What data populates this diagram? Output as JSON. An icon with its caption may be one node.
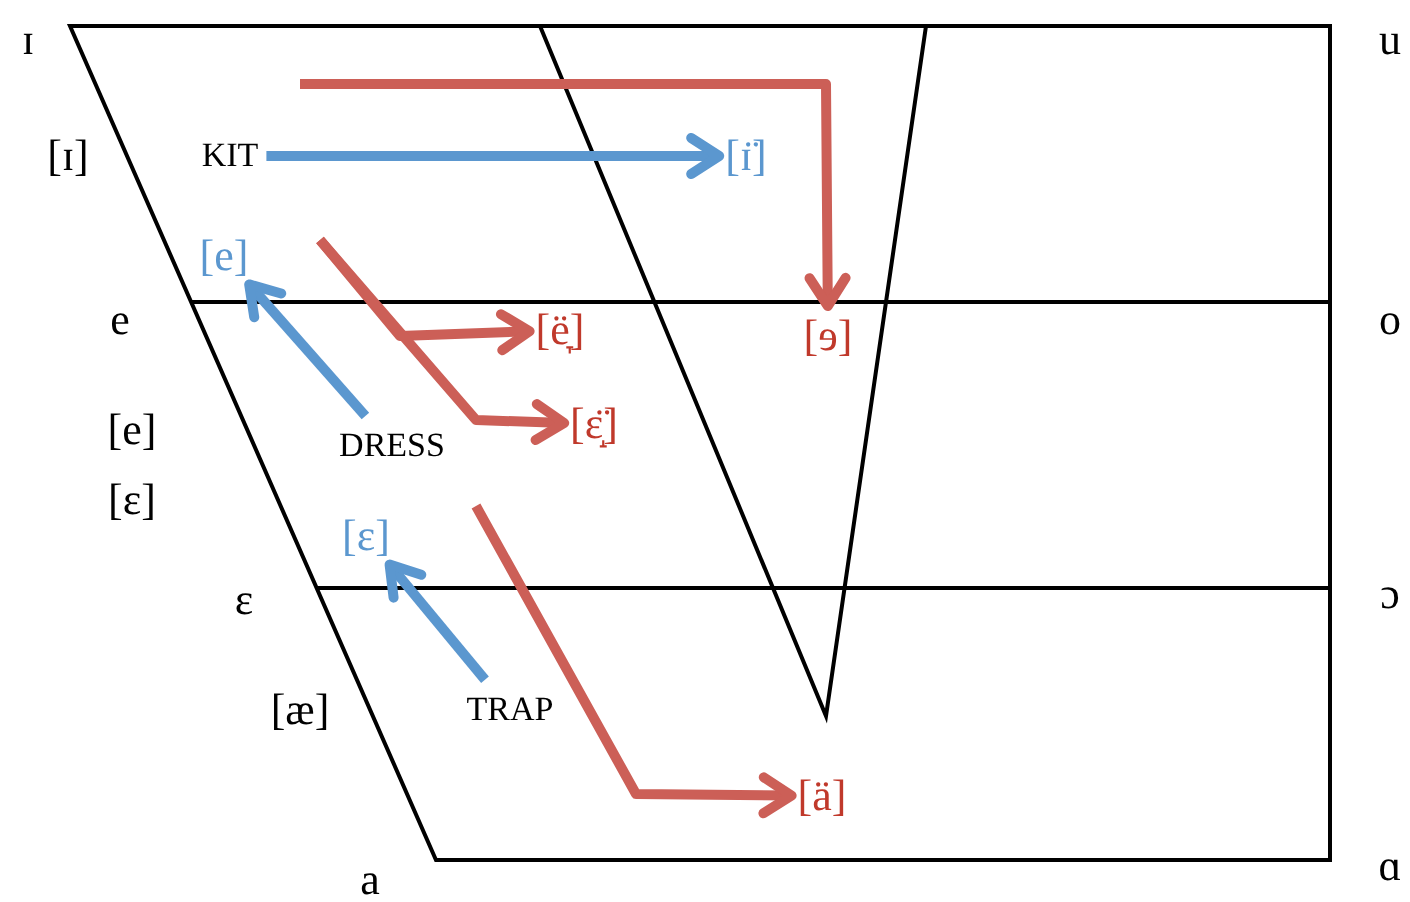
{
  "diagram": {
    "nodes": [
      {
        "text": [
          "KIT"
        ]
      },
      {
        "text": [
          "[ɪ̈]"
        ]
      },
      {
        "text": [
          "[ɘ]"
        ]
      },
      {
        "text": [
          "[e]"
        ]
      },
      {
        "text": [
          "DRESS"
        ]
      },
      {
        "text": [
          "[ë̞]"
        ]
      },
      {
        "text": [
          "[ɛ̝̈]"
        ]
      },
      {
        "text": [
          "[ɛ]"
        ]
      },
      {
        "text": [
          "TRAP"
        ]
      },
      {
        "text": [
          "[ä]"
        ]
      }
    ],
    "edges": [
      {
        "from": 0,
        "to": 1,
        "arrow": "to",
        "color": "#5b97cf"
      },
      {
        "from": null,
        "to": 2,
        "arrow": "to",
        "color": "#cc5f57"
      },
      {
        "from": 4,
        "to": 3,
        "arrow": "to",
        "color": "#5b97cf"
      },
      {
        "from": null,
        "to": 5,
        "arrow": "to",
        "color": "#cc5f57"
      },
      {
        "from": null,
        "to": 6,
        "arrow": "to",
        "color": "#cc5f57"
      },
      {
        "from": 8,
        "to": 7,
        "arrow": "to",
        "color": "#5b97cf"
      },
      {
        "from": null,
        "to": 9,
        "arrow": "to",
        "color": "#cc5f57"
      }
    ],
    "labels": [
      "ɪ",
      "u",
      "[ɪ]",
      "e",
      "o",
      "[e]",
      "[ɛ]",
      "ɛ",
      "ɔ",
      "[æ]",
      "a",
      "ɑ"
    ]
  }
}
